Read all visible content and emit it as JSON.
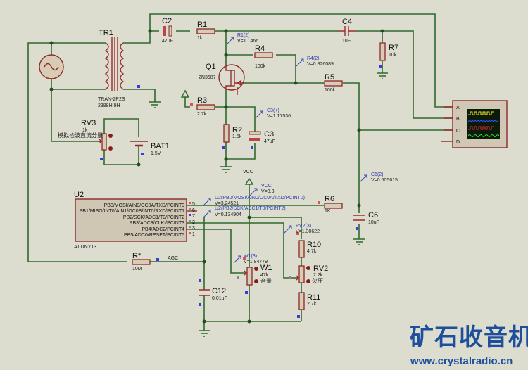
{
  "components": {
    "tr1": {
      "ref": "TR1",
      "model": "TRAN-2P2S",
      "value": "2388H:9H"
    },
    "c2": {
      "ref": "C2",
      "value": "47uF"
    },
    "r1": {
      "ref": "R1",
      "value": "1k"
    },
    "c4": {
      "ref": "C4",
      "value": "1uF"
    },
    "r7": {
      "ref": "R7",
      "value": "10k"
    },
    "r4": {
      "ref": "R4",
      "value": "100k"
    },
    "q1": {
      "ref": "Q1",
      "value": "2N3687"
    },
    "r5": {
      "ref": "R5",
      "value": "100k"
    },
    "r3": {
      "ref": "R3",
      "value": "2.7k"
    },
    "r2": {
      "ref": "R2",
      "value": "1.5k"
    },
    "c3": {
      "ref": "C3",
      "value": "47uF"
    },
    "rv3": {
      "ref": "RV3",
      "value": "1k",
      "note": "模拟检波直流分量"
    },
    "bat1": {
      "ref": "BAT1",
      "value": "1.5V"
    },
    "u2": {
      "ref": "U2",
      "part": "ATTINY13",
      "pins": [
        {
          "name": "PB0/MOSI/AIN0/OC0A/TXD/PCINT0",
          "num": "5"
        },
        {
          "name": "PB1/MISO/INT0/AIN1/OC0B/INT0/RXD/PCINT1",
          "num": "6"
        },
        {
          "name": "PB2/SCK/ADC1/T0/PCINT2",
          "num": "7"
        },
        {
          "name": "PB3/ADC3/CLKI/PCINT3",
          "num": "2"
        },
        {
          "name": "PB4/ADC2/PCINT4",
          "num": "3"
        },
        {
          "name": "PB5/ADC0/RESET/PCINT5",
          "num": "1"
        }
      ]
    },
    "r6": {
      "ref": "R6",
      "value": "1K"
    },
    "c6": {
      "ref": "C6",
      "value": "10uF"
    },
    "rstar": {
      "ref": "R*",
      "value": "10M"
    },
    "agc": "AGC",
    "c12": {
      "ref": "C12",
      "value": "0.01uF"
    },
    "w1": {
      "ref": "W1",
      "value": "47k",
      "note": "音量"
    },
    "r10": {
      "ref": "R10",
      "value": "4.7k"
    },
    "rv2": {
      "ref": "RV2",
      "value": "2.2k",
      "note": "欠压"
    },
    "r11": {
      "ref": "R11",
      "value": "2.7k"
    },
    "vcc": "VCC",
    "scope_channels": [
      "A",
      "B",
      "C",
      "D"
    ]
  },
  "probes": [
    {
      "label": "R1(2)",
      "value": "V=1.1466"
    },
    {
      "label": "R4(2)",
      "value": "V=0.826089"
    },
    {
      "label": "C3(+)",
      "value": "V=1.17536"
    },
    {
      "label": "C6(2)",
      "value": "V=0.505615"
    },
    {
      "label": "VCC",
      "value": "V=3.3"
    },
    {
      "label": "U2(PB0/MOSI/AIN0/OC0A/TXD/PCINT0)",
      "value": "V=3.24521"
    },
    {
      "label": "U2(PB2/SCK/ADC1/T0/PCINT2)",
      "value": "V=0.134904"
    },
    {
      "label": "RV2(3)",
      "value": "V=1.30622"
    },
    {
      "label": "W1(3)",
      "value": "V=1.84779"
    }
  ],
  "watermark": {
    "title": "矿石收音机",
    "url": "www.crystalradio.cn"
  },
  "colors": {
    "wire": "#2f6a2f",
    "component": "#9b2b2b",
    "probe": "#2c3bb0",
    "background": "#dcdccf"
  }
}
